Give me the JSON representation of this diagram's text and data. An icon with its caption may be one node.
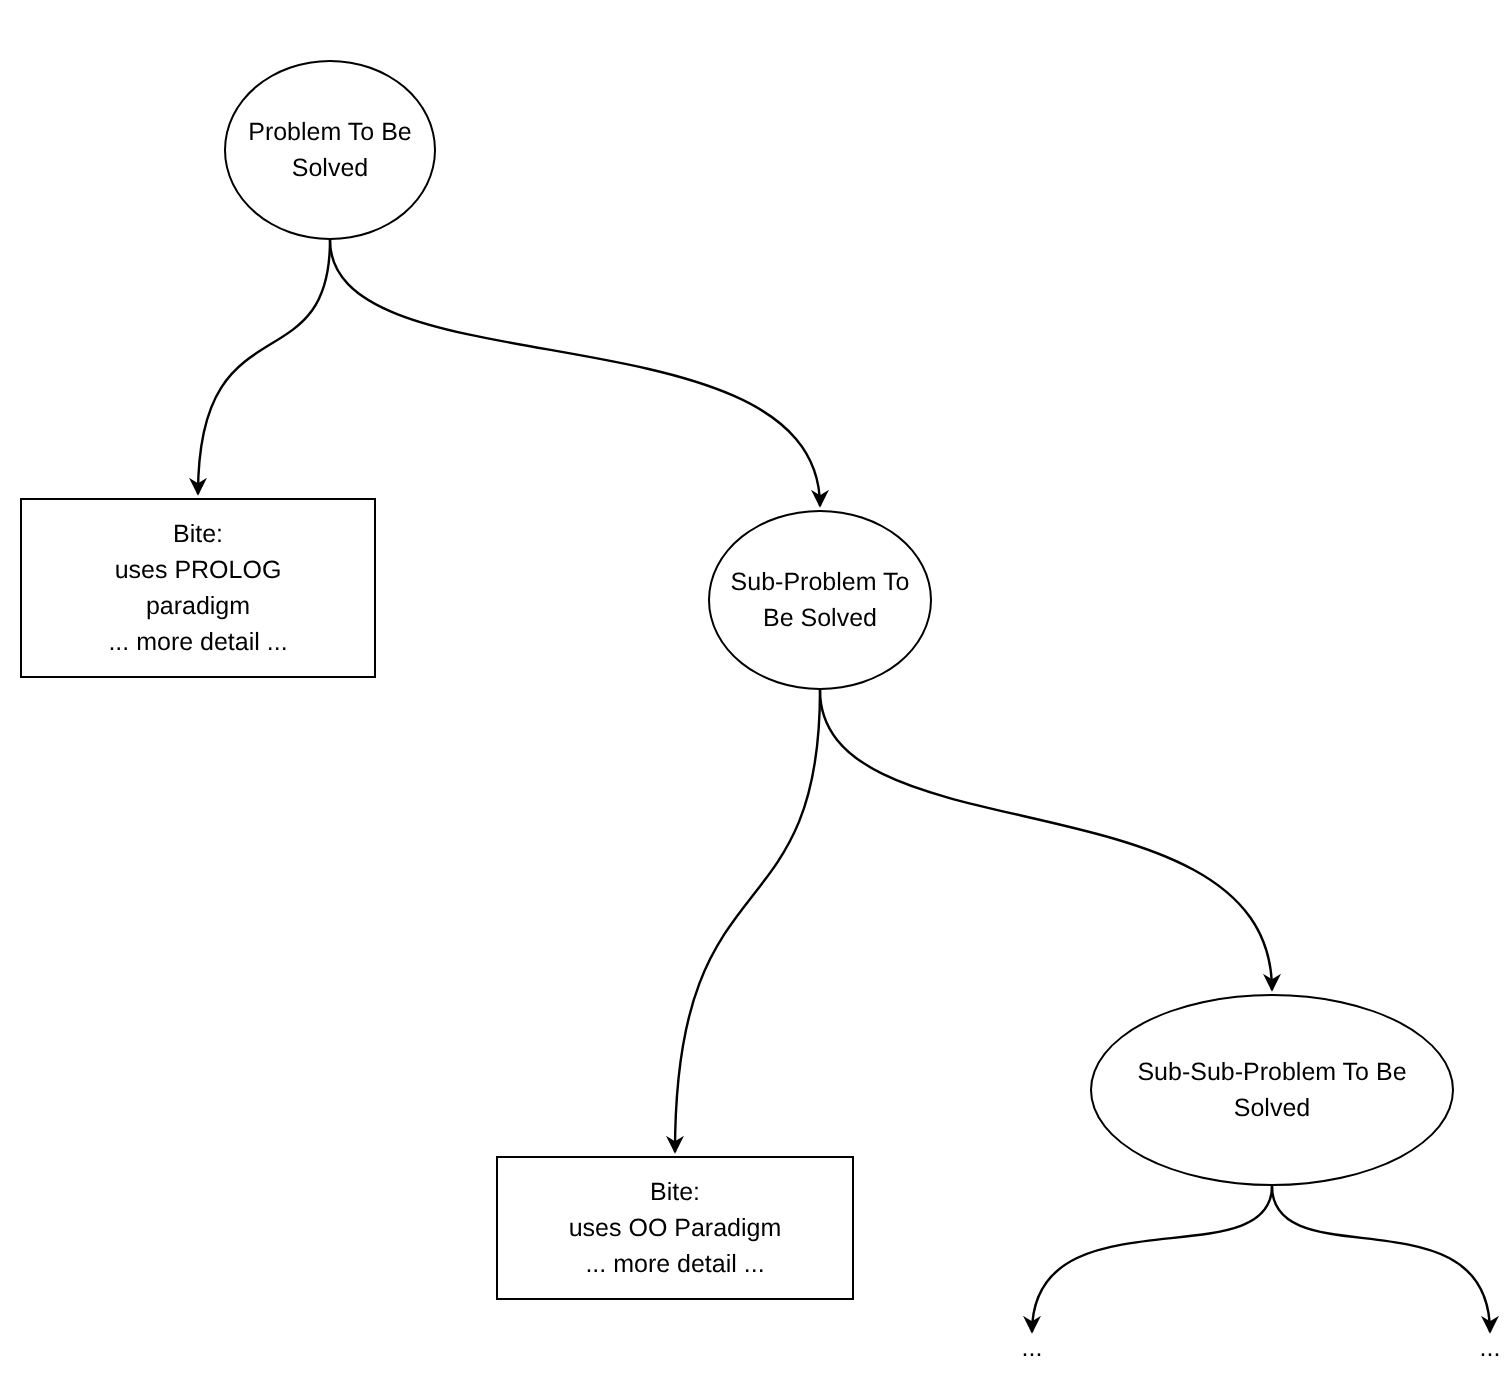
{
  "diagram": {
    "nodes": [
      {
        "text": [
          "Problem To Be Solved"
        ]
      },
      {
        "text": [
          "Bite:",
          "uses PROLOG paradigm",
          "... more detail ..."
        ]
      },
      {
        "text": [
          "Sub-Problem To Be Solved"
        ]
      },
      {
        "text": [
          "Bite:",
          "uses OO Paradigm",
          "... more detail ..."
        ]
      },
      {
        "text": [
          "Sub-Sub-Problem To Be Solved"
        ]
      },
      {
        "text": [
          "..."
        ]
      },
      {
        "text": [
          "..."
        ]
      }
    ],
    "edges": [
      {
        "from": 0,
        "to": 1,
        "arrow": "to"
      },
      {
        "from": 0,
        "to": 2,
        "arrow": "to"
      },
      {
        "from": 2,
        "to": 3,
        "arrow": "to"
      },
      {
        "from": 2,
        "to": 4,
        "arrow": "to"
      },
      {
        "from": 4,
        "to": 5,
        "arrow": "to"
      },
      {
        "from": 4,
        "to": 6,
        "arrow": "to"
      }
    ]
  }
}
